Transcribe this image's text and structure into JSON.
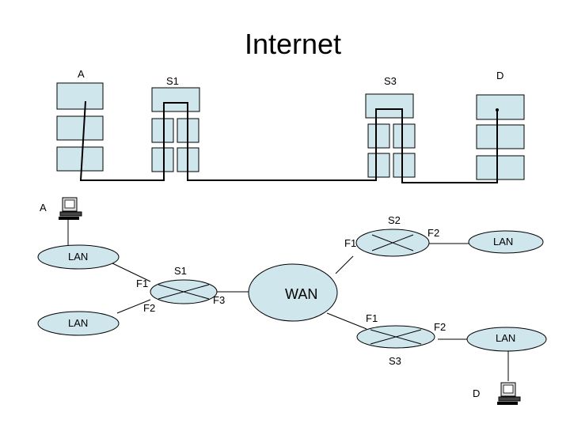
{
  "title": "Internet",
  "top": {
    "node_a": "A",
    "node_s1": "S1",
    "node_s3": "S3",
    "node_d": "D"
  },
  "bottom": {
    "host_a": "A",
    "host_d": "D",
    "switch_s1": "S1",
    "switch_s2": "S2",
    "switch_s3": "S3",
    "wan": "WAN",
    "lan_top_left": "LAN",
    "lan_bottom_left": "LAN",
    "lan_right_top": "LAN",
    "lan_right_bottom": "LAN",
    "s1_port_f1": "F1",
    "s1_port_f2": "F2",
    "s1_port_f3": "F3",
    "s2_port_f1": "F1",
    "s2_port_f2": "F2",
    "s3_port_f1": "F1",
    "s3_port_f2": "F2"
  },
  "colors": {
    "box_fill": "#cfe6ec",
    "ellipse_fill": "#cfe6ec",
    "line": "#000000"
  }
}
